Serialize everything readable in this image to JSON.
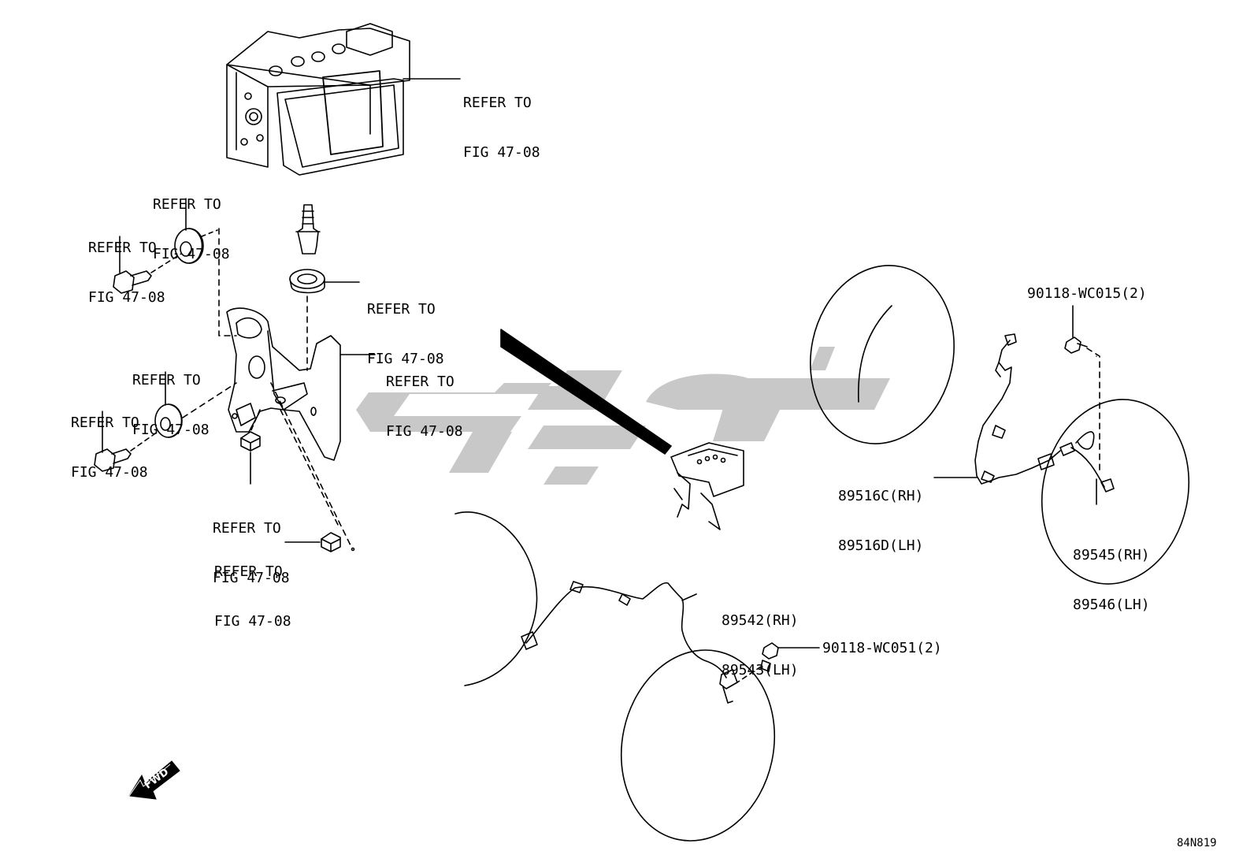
{
  "callouts": {
    "abs_unit": [
      "REFER TO",
      "FIG 47-08"
    ],
    "grommet_upper": [
      "REFER TO",
      "FIG 47-08"
    ],
    "bolt_upper": [
      "REFER TO",
      "FIG 47-08"
    ],
    "stud_grommet": [
      "REFER TO",
      "FIG 47-08"
    ],
    "bracket": [
      "REFER TO",
      "FIG 47-08"
    ],
    "grommet_lower": [
      "REFER TO",
      "FIG 47-08"
    ],
    "bolt_lower": [
      "REFER TO",
      "FIG 47-08"
    ],
    "nut_upper": [
      "REFER TO",
      "FIG 47-08"
    ],
    "nut_lower": [
      "REFER TO",
      "FIG 47-08"
    ]
  },
  "parts": {
    "rear_bolt": "90118-WC015(2)",
    "rear_harness": [
      "89516C(RH)",
      "89516D(LH)"
    ],
    "rear_sensor": [
      "89545(RH)",
      "89546(LH)"
    ],
    "front_sensor": [
      "89542(RH)",
      "89543(LH)"
    ],
    "front_bolt": "90118-WC051(2)"
  },
  "fwd_label": "FWD",
  "figure_code": "84N819",
  "watermark_color": "#c8c8c8",
  "line_color": "#000000"
}
